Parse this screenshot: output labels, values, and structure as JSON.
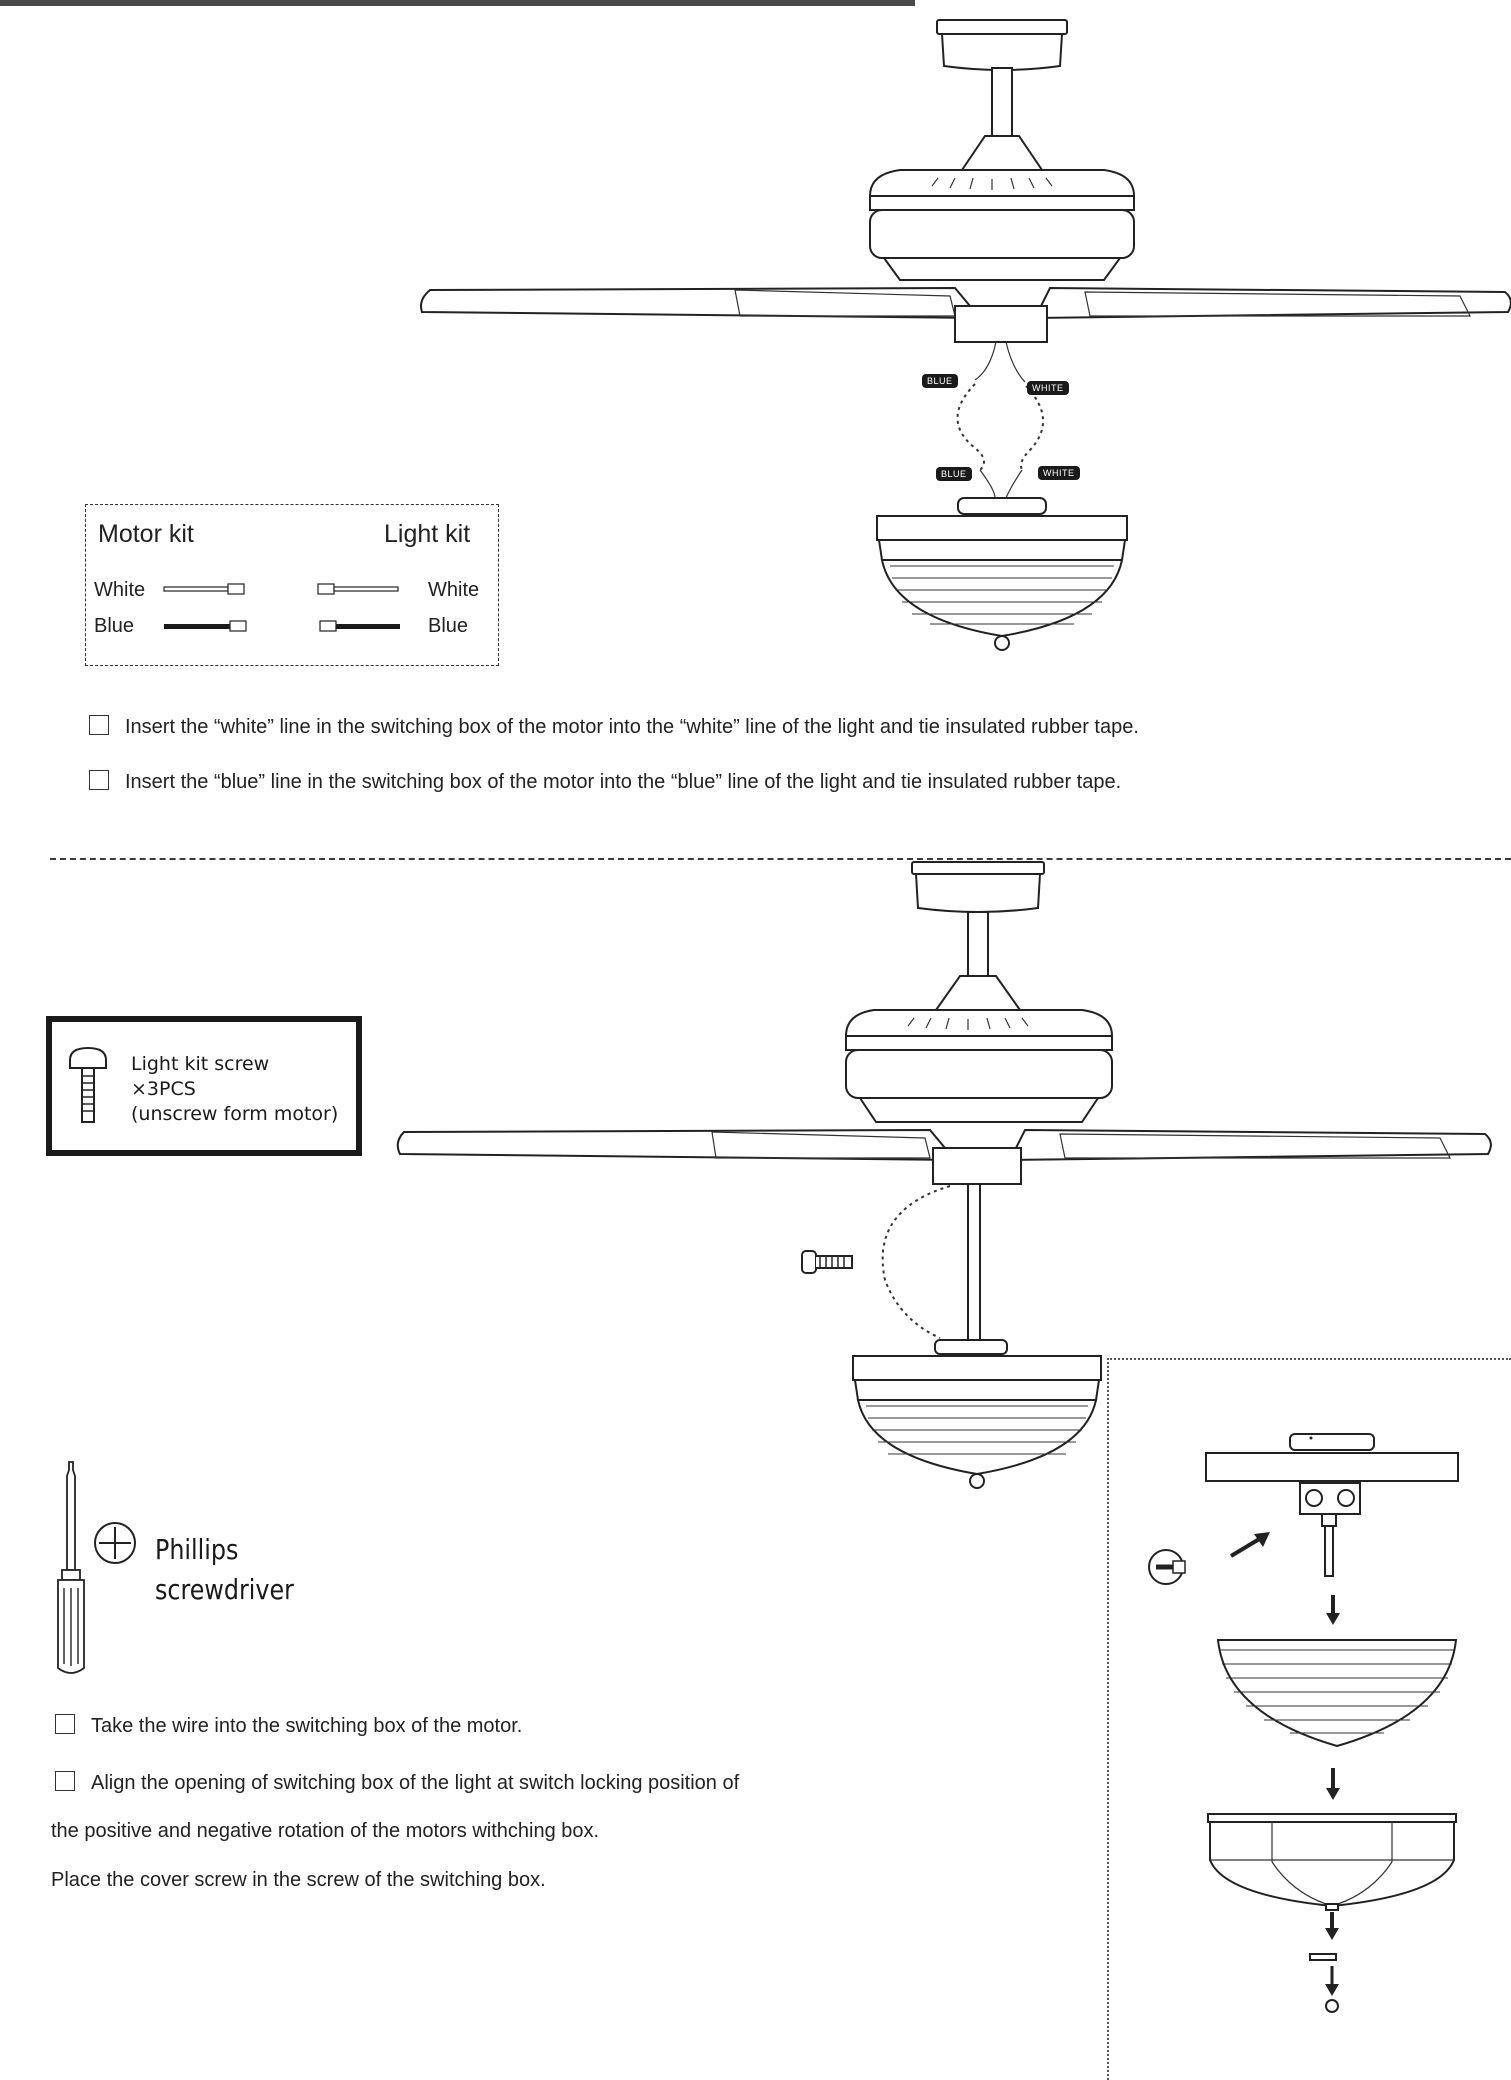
{
  "kit_legend": {
    "motor_kit_label": "Motor kit",
    "light_kit_label": "Light kit",
    "rows": [
      {
        "left": "White",
        "right": "White"
      },
      {
        "left": "Blue",
        "right": "Blue"
      }
    ]
  },
  "wire_tags": {
    "upper_blue": "BLUE",
    "upper_white": "WHITE",
    "lower_blue": "BLUE",
    "lower_white": "WHITE"
  },
  "steps_top": [
    "Insert the “white” line in the switching box of the motor into the “white” line of the light and tie insulated rubber tape.",
    "Insert the “blue” line in the switching box of the motor into the “blue” line of the light and tie insulated rubber tape."
  ],
  "screw_box": {
    "line1": "Light kit screw",
    "line2": "×3PCS",
    "line3": "(unscrew form motor)"
  },
  "tool": {
    "line1": "Phillips",
    "line2": "screwdriver"
  },
  "steps_bottom": {
    "step1": "Take the wire into the switching box of the motor.",
    "step2": "Align the opening of switching box of the light at switch locking position of",
    "step2_cont": "the positive and negative rotation of the motors withching box.",
    "step3": "Place the cover screw in the screw of the switching box."
  },
  "colors": {
    "line": "#222222",
    "tag_bg": "#1a1a1a",
    "topbar": "#4a4a4a"
  }
}
